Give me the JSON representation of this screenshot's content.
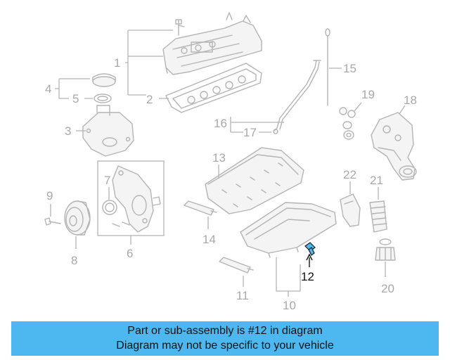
{
  "callouts": {
    "c1": "1",
    "c2": "2",
    "c3": "3",
    "c4": "4",
    "c5": "5",
    "c6": "6",
    "c7": "7",
    "c8": "8",
    "c9": "9",
    "c10": "10",
    "c11": "11",
    "c12": "12",
    "c13": "13",
    "c14": "14",
    "c15": "15",
    "c16": "16",
    "c17": "17",
    "c18": "18",
    "c19": "19",
    "c20": "20",
    "c21": "21",
    "c22": "22"
  },
  "highlight_part": "12",
  "banner": {
    "line1": "Part or sub-assembly is #12 in diagram",
    "line2": "Diagram may not be specific to your vehicle"
  },
  "colors": {
    "banner_bg": "#4db8f0",
    "highlight": "#4db8f0",
    "line_art": "#b4b4b4"
  }
}
